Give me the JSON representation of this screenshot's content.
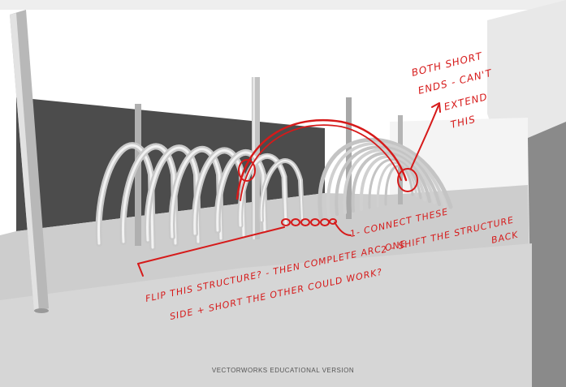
{
  "colors": {
    "sky": "#ffffff",
    "ground": "#cfcfcf",
    "wall": "#4a4a4a",
    "pole": "#bdbdbd",
    "annotation": "#d61a1a"
  },
  "annotations": {
    "note_top_right": [
      "BOTH SHORT",
      "ENDS - CAN'T",
      "EXTEND",
      "THIS"
    ],
    "note_middle_right": [
      "1- CONNECT THESE",
      "2 - SHIFT THE STRUCTURE",
      "BACK"
    ],
    "note_bottom": [
      "FLIP THIS STRUCTURE? - THEN COMPLETE ARC ONE",
      "SIDE + SHORT THE OTHER COULD WORK?"
    ]
  },
  "watermark": "VECTORWORKS EDUCATIONAL VERSION"
}
